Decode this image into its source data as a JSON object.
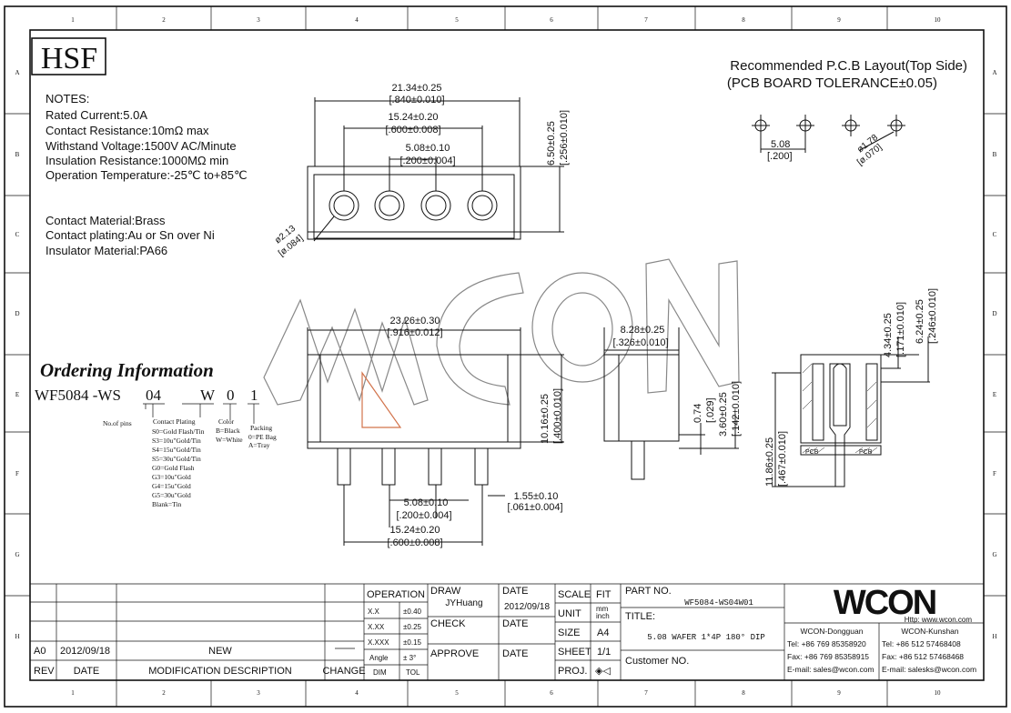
{
  "logo_text": "HSF",
  "layout_title": [
    "Recommended P.C.B Layout(Top Side)",
    "(PCB BOARD TOLERANCE±0.05)"
  ],
  "notes_header": "NOTES:",
  "notes": [
    "Rated Current:5.0A",
    "Contact Resistance:10mΩ  max",
    "Withstand Voltage:1500V AC/Minute",
    "Insulation Resistance:1000MΩ min",
    "Operation Temperature:-25℃ to+85℃"
  ],
  "materials": [
    "Contact Material:Brass",
    "Contact plating:Au or Sn over Ni",
    "Insulator Material:PA66"
  ],
  "ordering": {
    "title": "Ordering Information",
    "code_prefix": "WF5084 -WS",
    "pins": "04",
    "plating": "W",
    "color": "0",
    "packing": "1",
    "pins_label": "No.of pins",
    "plating_label": "Contact Plating",
    "plating_options": [
      "S0=Gold Flash/Tin",
      "S3=10u\"Gold/Tin",
      "S4=15u\"Gold/Tin",
      "S5=30u\"Gold/Tin",
      "G0=Gold Flash",
      "G3=10u\"Gold",
      "G4=15u\"Gold",
      "G5=30u\"Gold",
      "Blank=Tin"
    ],
    "color_label": "Color",
    "color_options": [
      "B=Black",
      "W=White"
    ],
    "packing_label": "Packing",
    "packing_options": [
      "0=PE Bag",
      "A=Tray"
    ]
  },
  "dims": {
    "top_w1": "21.34±0.25",
    "top_w1i": "[.840±0.010]",
    "top_w2": "15.24±0.20",
    "top_w2i": "[.600±0.008]",
    "top_p": "5.08±0.10",
    "top_pi": "[.200±0.004]",
    "top_h": "6.50±0.25",
    "top_hi": "[.256±0.010]",
    "hole": "ø2.13",
    "hole_i": "[ø.084]",
    "pcb_p": "5.08",
    "pcb_pi": "[.200]",
    "pcb_d": "ø1.78",
    "pcb_di": "[ø.070]",
    "front_w": "23.26±0.30",
    "front_wi": "[.916±0.012]",
    "front_h": "10.16±0.25",
    "front_hi": "[.400±0.010]",
    "front_p": "5.08±0.10",
    "front_pi": "[.200±0.004]",
    "front_pin": "1.55±0.10",
    "front_pini": "[.061±0.004]",
    "front_span": "15.24±0.20",
    "front_spani": "[.600±0.008]",
    "side_w": "8.28±0.25",
    "side_wi": "[.326±0.010]",
    "side_a": "0.74",
    "side_ai": "[.029]",
    "side_b": "3.60±0.25",
    "side_bi": "[.142±0.010]",
    "sec_a": "4.34±0.25",
    "sec_ai": "[.171±0.010]",
    "sec_b": "6.24±0.25",
    "sec_bi": "[.246±0.010]",
    "sec_h": "11.86±0.25",
    "sec_hi": "[.467±0.010]",
    "pcb_tag": "PCB"
  },
  "border": {
    "cols": [
      "1",
      "2",
      "3",
      "4",
      "5",
      "6",
      "7",
      "8",
      "9",
      "10"
    ],
    "rows": [
      "A",
      "B",
      "C",
      "D",
      "E",
      "F",
      "G",
      "H"
    ]
  },
  "revision": {
    "rev": "A0",
    "date": "2012/09/18",
    "desc": "NEW",
    "h_rev": "REV",
    "h_date": "DATE",
    "h_desc": "MODIFICATION DESCRIPTION",
    "h_change": "CHANGE"
  },
  "tolerance": {
    "header": "OPERATION",
    "rows": [
      [
        "X.X",
        "±0.40"
      ],
      [
        "X.XX",
        "±0.25"
      ],
      [
        "X.XXX",
        "±0.15"
      ],
      [
        "Angle",
        "± 3°"
      ],
      [
        "DIM",
        "TOL"
      ]
    ]
  },
  "approval": {
    "draw": "DRAW",
    "drawer": "JYHuang",
    "date_h": "DATE",
    "draw_date": "2012/09/18",
    "check": "CHECK",
    "check_date": "DATE",
    "approve": "APPROVE",
    "approve_date": "DATE"
  },
  "meta": {
    "scale": "SCALE",
    "scale_v": "FIT",
    "unit": "UNIT",
    "unit_v1": "mm",
    "unit_v2": "inch",
    "size": "SIZE",
    "size_v": "A4",
    "sheet": "SHEET",
    "sheet_v": "1/1",
    "proj": "PROJ.",
    "proj_v": "◈◁"
  },
  "part": {
    "label": "PART NO.",
    "number": "WF5084-WS04W01",
    "title_label": "TITLE:",
    "title": "5.08 WAFER 1*4P 180° DIP",
    "customer": "Customer NO."
  },
  "company": {
    "brand": "WCON",
    "url": "Http: www.wcon.com",
    "site1": "WCON-Dongguan",
    "tel1": "Tel: +86 769 85358920",
    "fax1": "Fax: +86 769 85358915",
    "mail1": "E-mail: sales@wcon.com",
    "site2": "WCON-Kunshan",
    "tel2": "Tel: +86 512 57468408",
    "fax2": "Fax: +86 512 57468468",
    "mail2": "E-mail: salesks@wcon.com"
  },
  "colors": {
    "line": "#111111",
    "watermark": "#888888",
    "accent": "#d2734b"
  }
}
